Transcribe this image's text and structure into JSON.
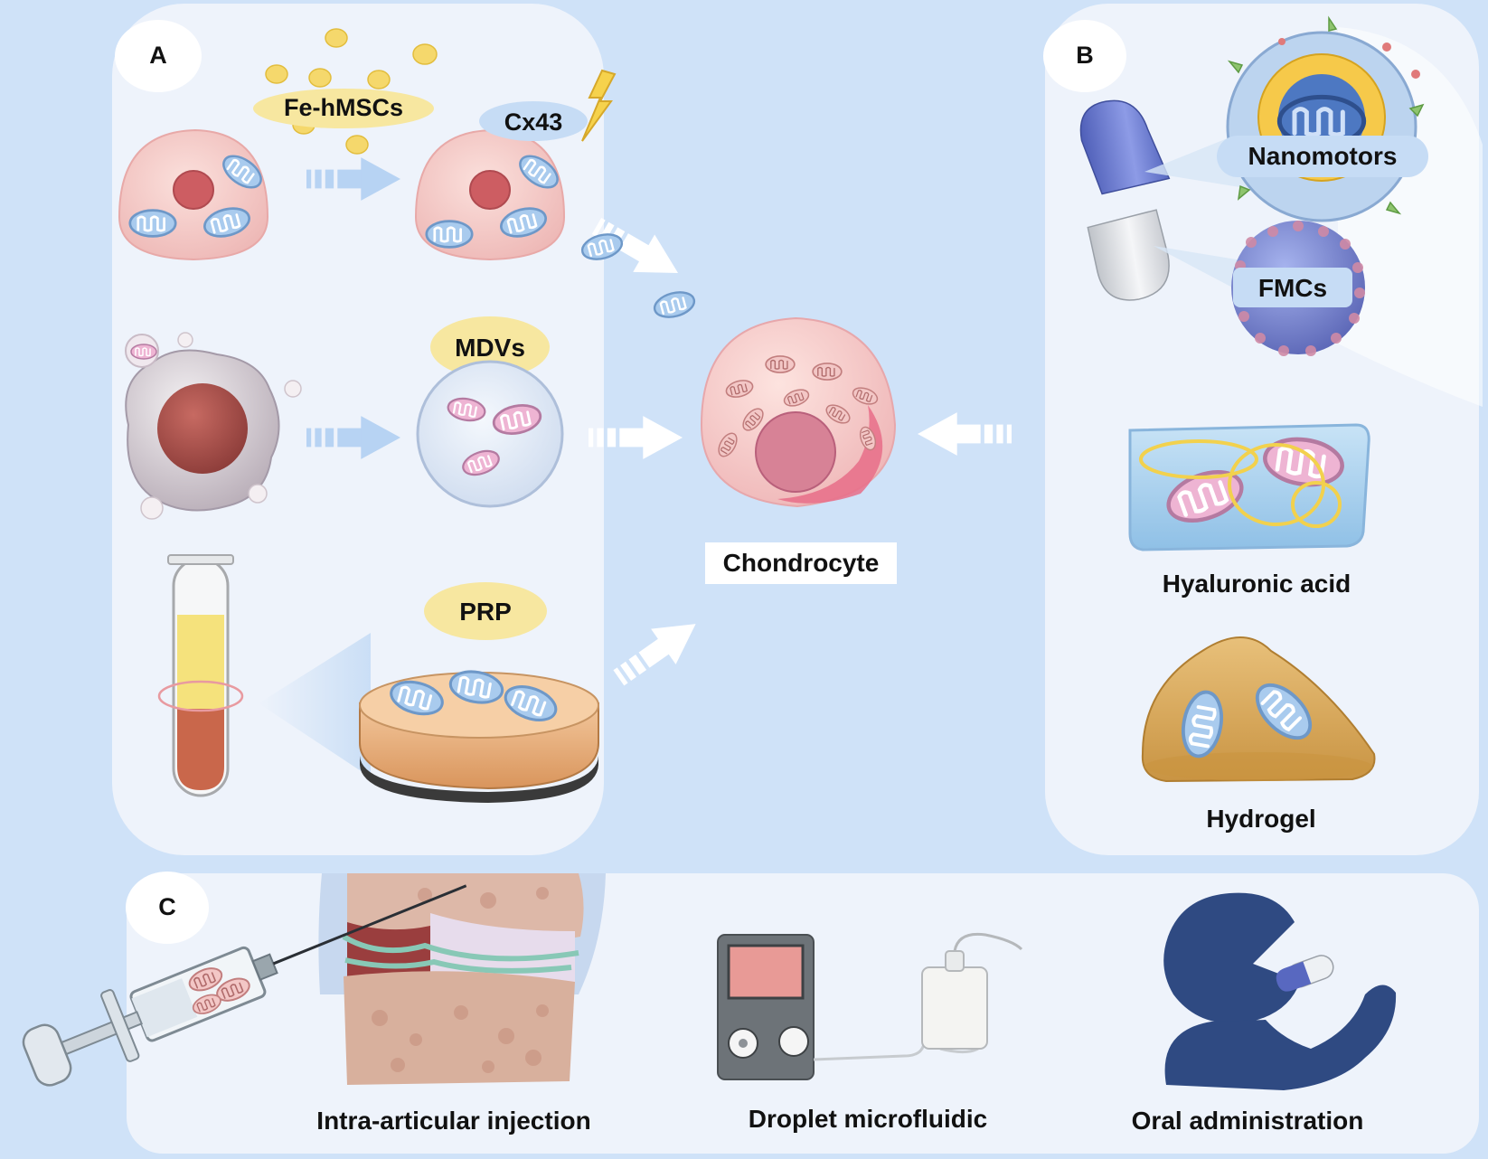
{
  "panels": {
    "a": {
      "letter": "A"
    },
    "b": {
      "letter": "B"
    },
    "c": {
      "letter": "C"
    }
  },
  "panel_a": {
    "fe_hmscs": "Fe-hMSCs",
    "cx43": "Cx43",
    "mdvs": "MDVs",
    "prp": "PRP"
  },
  "center": {
    "chondrocyte": "Chondrocyte"
  },
  "panel_b": {
    "nanomotors": "Nanomotors",
    "fmcs": "FMCs",
    "hyaluronic_acid": "Hyaluronic acid",
    "hydrogel": "Hydrogel"
  },
  "panel_c": {
    "injection": "Intra-articular injection",
    "microfluidic": "Droplet microfluidic",
    "oral": "Oral administration"
  },
  "colors": {
    "background": "#cfe2f8",
    "panel_fill": "#eef3fb",
    "cell_pink": "#f2c4c4",
    "mito_blue": "#9fc3e6",
    "mito_pink": "#e6a6c8",
    "label_yellow": "#f7e7a0",
    "label_blue": "#c6dcf5",
    "person_navy": "#2f4a82"
  },
  "icons": [
    "lightning-icon",
    "arrow-icon",
    "mitochondria-icon",
    "capsule-icon",
    "syringe-icon",
    "person-icon"
  ]
}
